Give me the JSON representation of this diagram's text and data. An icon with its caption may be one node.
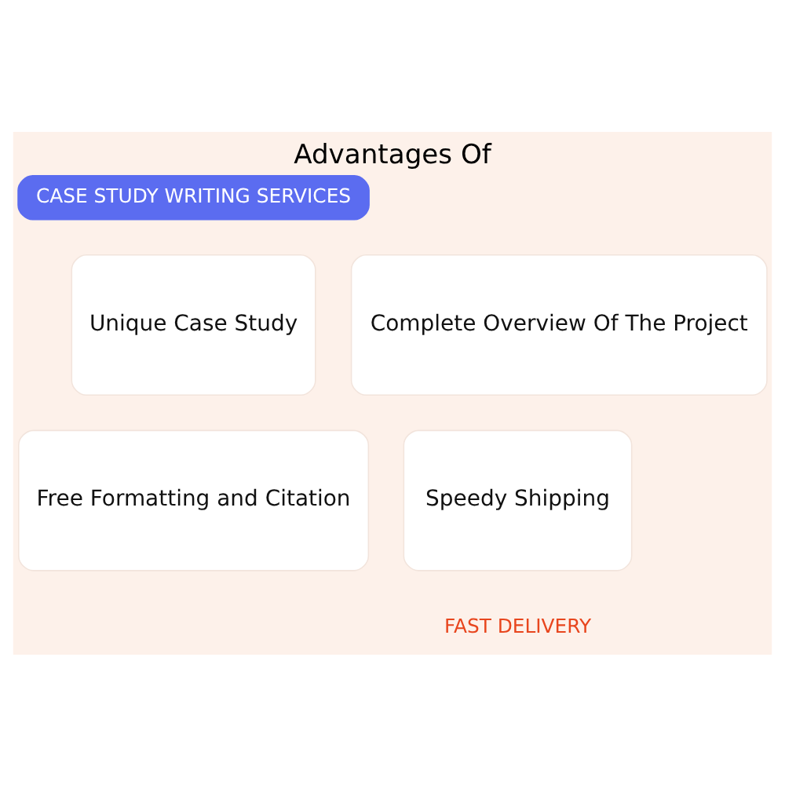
{
  "diagram": {
    "title": "Advantages Of",
    "nodes": [
      {
        "text": [
          "CASE STUDY WRITING SERVICES"
        ]
      },
      {
        "text": [
          "Unique Case Study"
        ]
      },
      {
        "text": [
          "Complete Overview Of The Project"
        ]
      },
      {
        "text": [
          "Free Formatting and Citation"
        ]
      },
      {
        "text": [
          "Speedy Shipping"
        ]
      }
    ],
    "labels": [
      "FAST DELIVERY"
    ]
  }
}
